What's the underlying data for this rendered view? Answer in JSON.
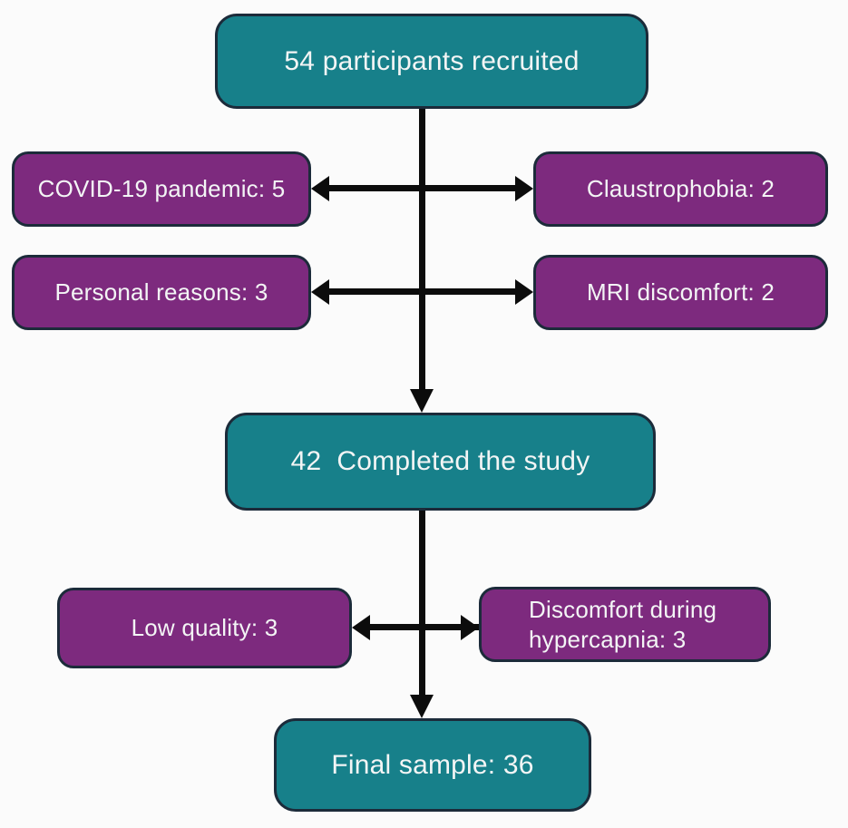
{
  "figure": {
    "type": "participant-flowchart"
  },
  "colors": {
    "stage_fill": "#17808A",
    "exclusion_fill": "#7D2A7E",
    "box_border": "#1C2B3A",
    "arrow": "#0C0C0C",
    "background": "#FBFBFB",
    "text": "#F3F5F5"
  },
  "nodes": {
    "recruited": {
      "label": "54 participants recruited",
      "kind": "stage"
    },
    "covid": {
      "label": "COVID-19 pandemic: 5",
      "kind": "exclusion"
    },
    "claustrophobia": {
      "label": "Claustrophobia: 2",
      "kind": "exclusion"
    },
    "personal": {
      "label": "Personal reasons: 3",
      "kind": "exclusion"
    },
    "mri": {
      "label": "MRI discomfort: 2",
      "kind": "exclusion"
    },
    "completed": {
      "label": "42  Completed the study",
      "kind": "stage"
    },
    "low_quality": {
      "label": "Low quality: 3",
      "kind": "exclusion"
    },
    "discomfort": {
      "label": "Discomfort during hypercapnia: 3",
      "kind": "exclusion"
    },
    "final": {
      "label": "Final sample: 36",
      "kind": "stage"
    }
  }
}
